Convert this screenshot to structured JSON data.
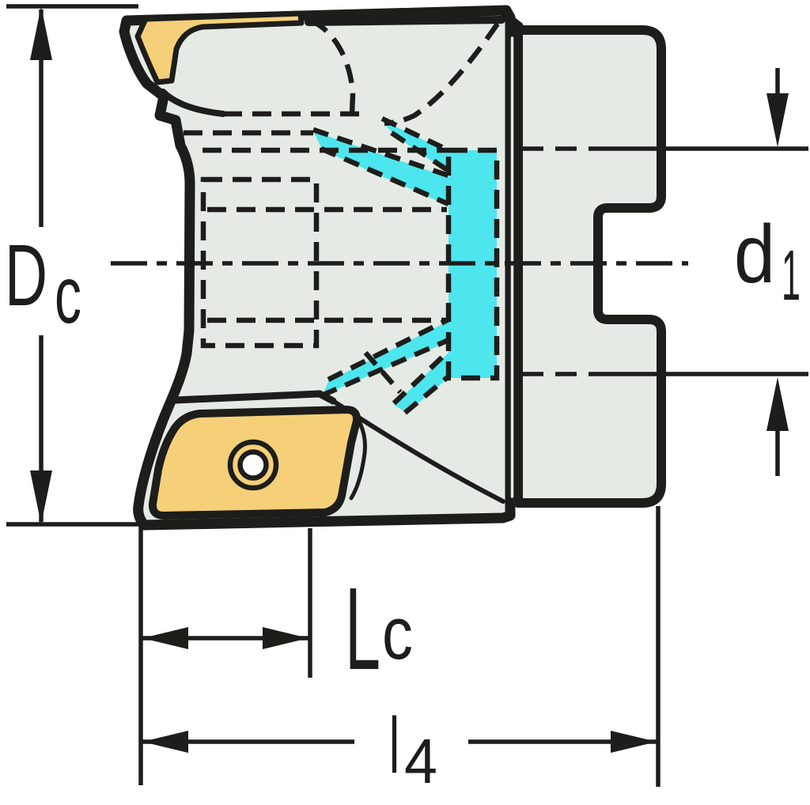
{
  "drawing": {
    "type": "technical-dimension-drawing",
    "subject": "face-milling-cutter-side-view",
    "labels": {
      "Dc": {
        "main": "D",
        "sub": "c"
      },
      "d1": {
        "main": "d",
        "sub": "1"
      },
      "Lc": {
        "main": "L",
        "sub": "c"
      },
      "l4": {
        "main": "l",
        "sub": "4"
      }
    },
    "colors": {
      "line": "#1d1d1b",
      "body": "#e5ebe4",
      "insert": "#f6d078",
      "coolant": "#4de6ee",
      "hole": "#ffffff",
      "background": "#ffffff"
    }
  }
}
